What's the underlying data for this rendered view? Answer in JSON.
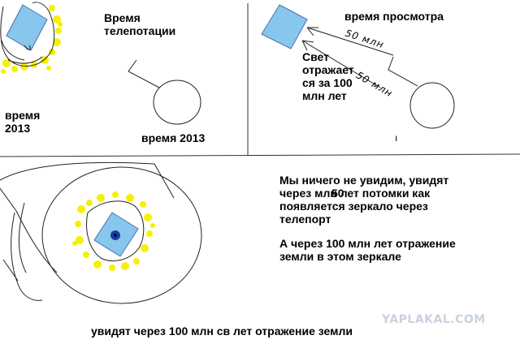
{
  "panels": {
    "top_left": {
      "title": "Время\nтелепотации",
      "year_left": "время\n2013",
      "year_right": "время 2013"
    },
    "top_right": {
      "title": "время просмотра",
      "light_note": "Свет\nотражает\nся за 100\nмлн лет",
      "arrow_upper": "50 млн",
      "arrow_lower": "50 млн",
      "tick_mark": "ı"
    },
    "bottom_right": {
      "note_1": "Мы ничего не увидим, увидят\nчерез      млн лет потомки как\nпоявляется зеркало через\nтелепорт",
      "note_1_number": "50",
      "note_2": "А через 100 млн лет отражение\nземли в этом зеркале"
    },
    "bottom_caption": "увидят через 100 млн св лет отражение земли"
  },
  "watermark": "YAPLAKAL.COM",
  "colors": {
    "mirror_fill": "#87c7ee",
    "mirror_stroke": "#4a6fa8",
    "glow": "#f6f100",
    "eye": "#1a3aa8",
    "grid_line": "#333333"
  }
}
